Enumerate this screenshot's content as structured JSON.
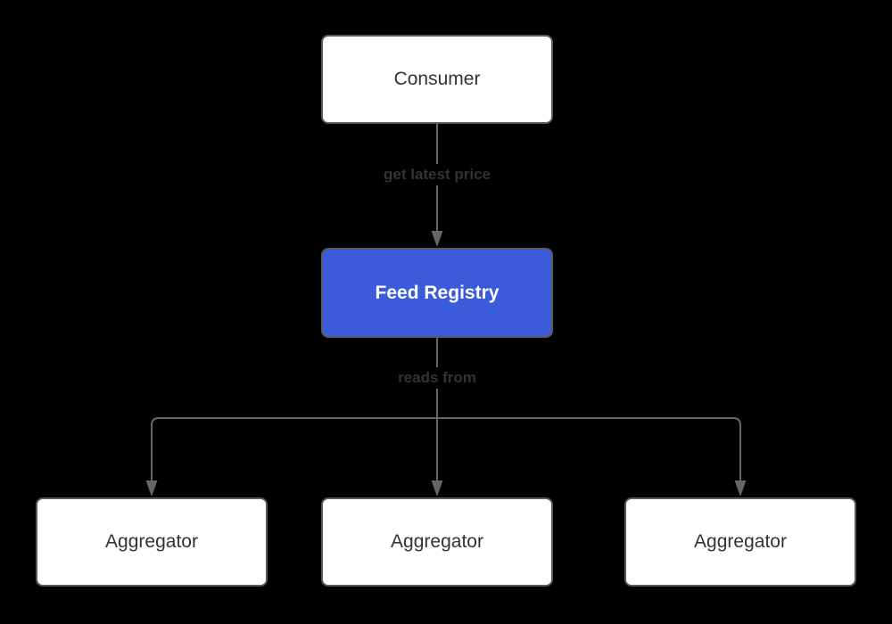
{
  "diagram": {
    "type": "flowchart",
    "direction": "top-down",
    "nodes": [
      {
        "id": "consumer",
        "label": "Consumer",
        "style": "default"
      },
      {
        "id": "feed-registry",
        "label": "Feed Registry",
        "style": "primary"
      },
      {
        "id": "aggregator-1",
        "label": "Aggregator",
        "style": "default"
      },
      {
        "id": "aggregator-2",
        "label": "Aggregator",
        "style": "default"
      },
      {
        "id": "aggregator-3",
        "label": "Aggregator",
        "style": "default"
      }
    ],
    "edges": [
      {
        "from": "consumer",
        "to": "feed-registry",
        "label": "get latest price"
      },
      {
        "from": "feed-registry",
        "to": [
          "aggregator-1",
          "aggregator-2",
          "aggregator-3"
        ],
        "label": "reads from"
      }
    ],
    "colors": {
      "background": "#000000",
      "node_fill": "#ffffff",
      "node_border": "#5a5a5a",
      "node_text": "#333333",
      "primary_fill": "#3b5bdb",
      "primary_text": "#ffffff",
      "edge_line": "#666666",
      "arrowhead": "#666666",
      "edge_label_text": "#333333"
    }
  }
}
